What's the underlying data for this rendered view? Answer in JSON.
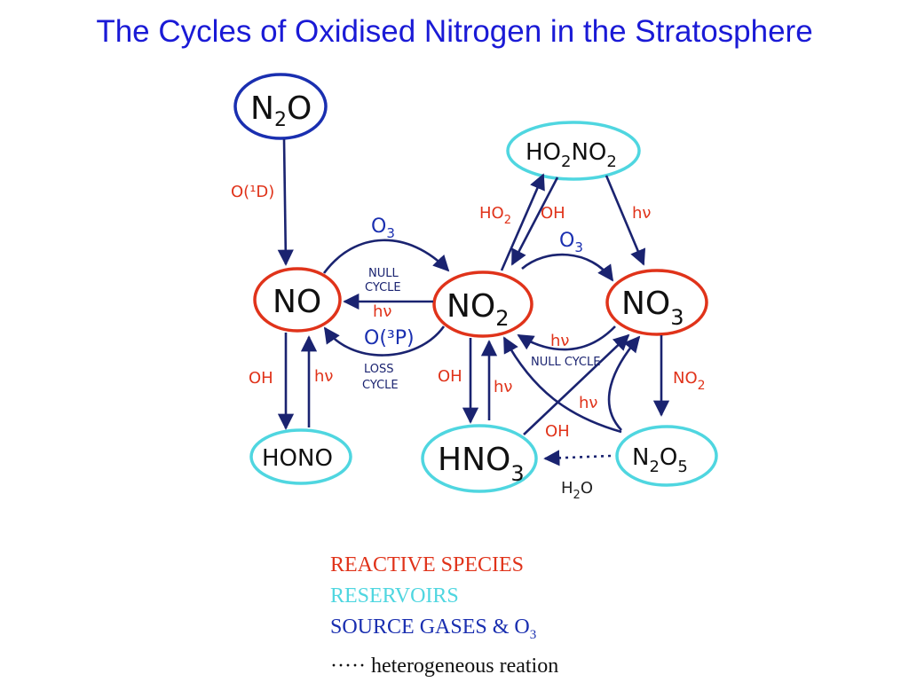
{
  "title": "The Cycles of Oxidised Nitrogen in the Stratosphere",
  "colors": {
    "title": "#1a1ad6",
    "reactive": "#e0331a",
    "reservoir": "#4fd6e0",
    "source": "#1a2fb0",
    "arrow": "#1a2370"
  },
  "nodes": {
    "n2o": {
      "main": "N",
      "sub": "2",
      "tail": "O"
    },
    "no": "NO",
    "no2": {
      "main": "NO",
      "sub": "2"
    },
    "no3": {
      "main": "NO",
      "sub": "3"
    },
    "hono": "HONO",
    "hno3": {
      "main": "HNO",
      "sub": "3"
    },
    "ho2no2": {
      "a": "HO",
      "sub1": "2",
      "b": "NO",
      "sub2": "2"
    },
    "n2o5": {
      "a": "N",
      "sub1": "2",
      "b": "O",
      "sub2": "5"
    }
  },
  "labels": {
    "o1d": "O(¹D)",
    "o3_top": {
      "main": "O",
      "sub": "3"
    },
    "o3_mid": {
      "main": "O",
      "sub": "3"
    },
    "null_cycle_1": "NULL",
    "null_cycle_2": "CYCLE",
    "hv_no2_no": "hν",
    "o3p": "O(³P)",
    "loss_cycle_1": "LOSS",
    "loss_cycle_2": "CYCLE",
    "oh_no_hono": "OH",
    "hv_hono_no": "hν",
    "ho2": {
      "main": "HO",
      "sub": "2"
    },
    "oh_ho2no2": "OH",
    "hv_ho2no2_no3": "hν",
    "hv_no3_no2": "hν",
    "null_cycle_right": "NULL CYCLE",
    "oh_no2_hno3": "OH",
    "hv_hno3_no2": "hν",
    "hv_n2o5": "hν",
    "oh_hno3_no3": "OH",
    "no2_no3_n2o5": {
      "main": "NO",
      "sub": "2"
    },
    "h2o": {
      "a": "H",
      "sub": "2",
      "b": "O"
    }
  },
  "legend": {
    "reactive": "REACTIVE SPECIES",
    "reservoirs": "RESERVOIRS",
    "source": "SOURCE GASES & O",
    "source_sub": "3",
    "hetero_dots": "·····",
    "hetero": "heterogeneous reation"
  }
}
